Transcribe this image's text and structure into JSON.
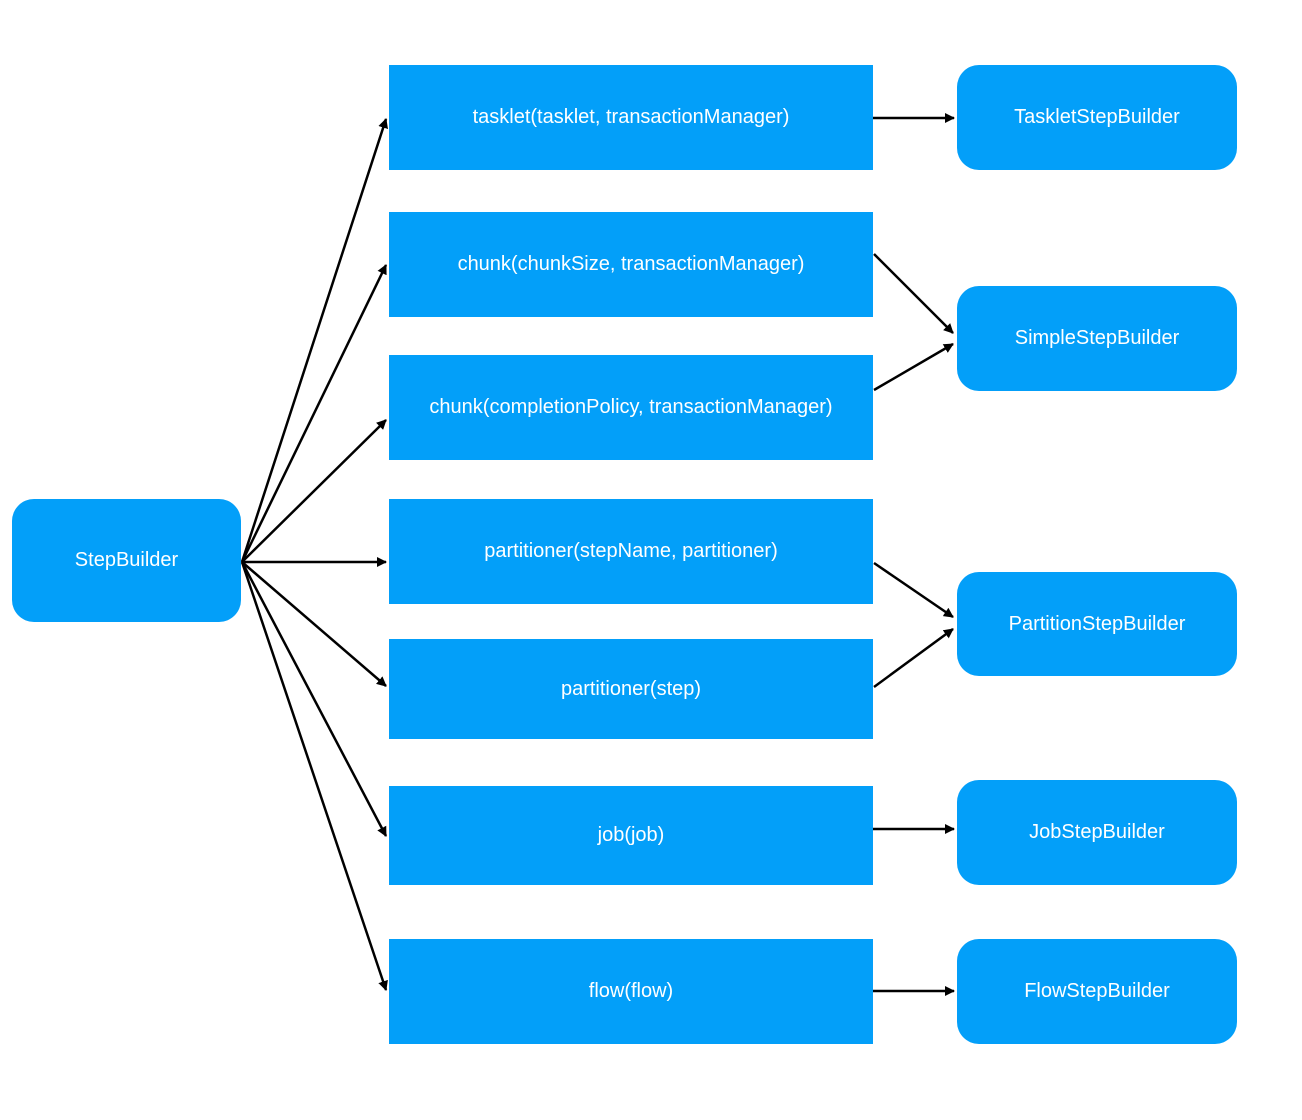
{
  "colors": {
    "node_fill": "#039ff9",
    "text": "#ffffff",
    "edge": "#000000"
  },
  "source": {
    "label": "StepBuilder"
  },
  "methods": [
    {
      "label": "tasklet(tasklet, transactionManager)"
    },
    {
      "label": "chunk(chunkSize, transactionManager)"
    },
    {
      "label": "chunk(completionPolicy, transactionManager)"
    },
    {
      "label": "partitioner(stepName, partitioner)"
    },
    {
      "label": "partitioner(step)"
    },
    {
      "label": "job(job)"
    },
    {
      "label": "flow(flow)"
    }
  ],
  "builders": [
    {
      "label": "TaskletStepBuilder"
    },
    {
      "label": "SimpleStepBuilder"
    },
    {
      "label": "PartitionStepBuilder"
    },
    {
      "label": "JobStepBuilder"
    },
    {
      "label": "FlowStepBuilder"
    }
  ]
}
